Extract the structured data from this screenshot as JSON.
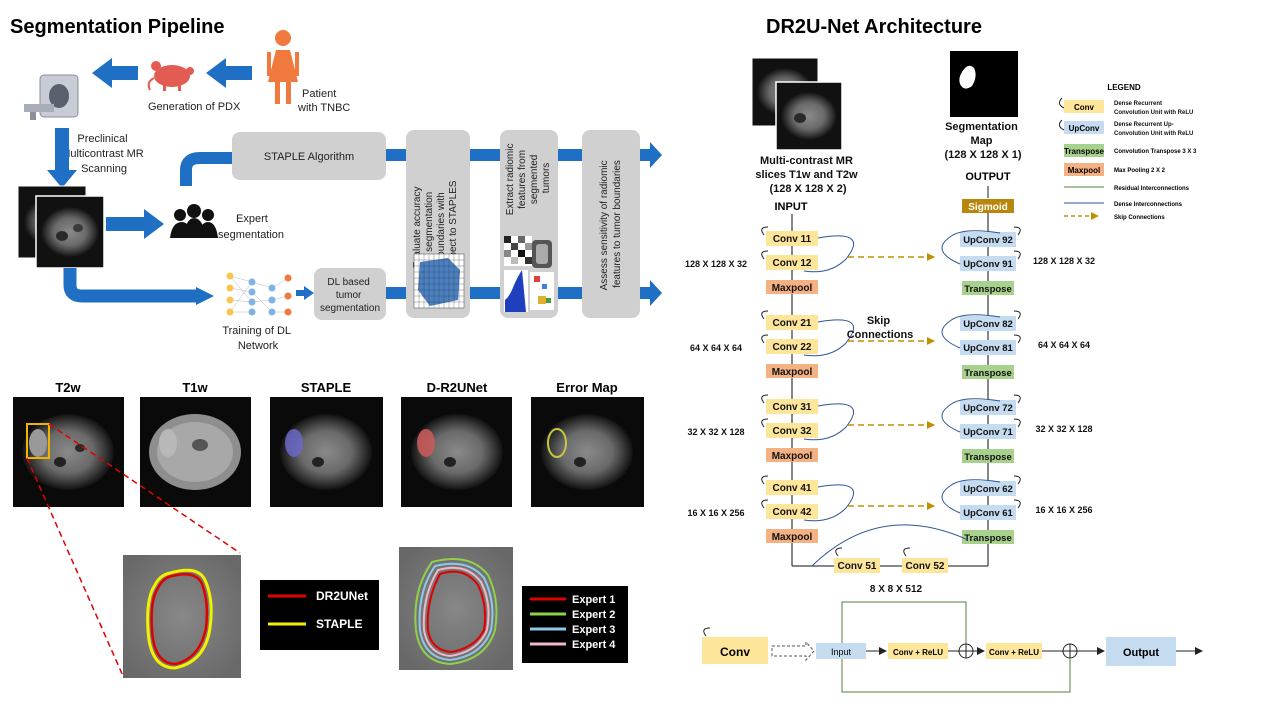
{
  "pipeline": {
    "title": "Segmentation Pipeline",
    "patient": [
      "Patient",
      "with TNBC"
    ],
    "pdx": "Generation of PDX",
    "scanning": [
      "Preclinical",
      "Multicontrast MR",
      "Scanning"
    ],
    "expert": [
      "Expert",
      "segmentation"
    ],
    "training": [
      "Training of DL",
      "Network"
    ],
    "staple_algo": "STAPLE Algorithm",
    "dl_seg": [
      "DL based",
      "tumor",
      "segmentation"
    ],
    "evaluate": [
      "Evaluate  accuracy",
      "of segmentation",
      "boundaries with",
      "respect to STAPLES"
    ],
    "extract": [
      "Extract radiomic",
      "features from",
      "segmented",
      "tumors"
    ],
    "assess": [
      "Assess sensitivity of radiomic",
      "features to tumor boundaries"
    ]
  },
  "images": {
    "labels": [
      "T2w",
      "T1w",
      "STAPLE",
      "D-R2UNet",
      "Error Map"
    ],
    "legend1": [
      {
        "label": "DR2UNet",
        "color": "#e00000"
      },
      {
        "label": "STAPLE",
        "color": "#f2f200"
      }
    ],
    "legend2": [
      {
        "label": "Expert 1",
        "color": "#e00000"
      },
      {
        "label": "Expert 2",
        "color": "#8ed24a"
      },
      {
        "label": "Expert 3",
        "color": "#8ec8e8"
      },
      {
        "label": "Expert 4",
        "color": "#f0b8c8"
      }
    ]
  },
  "arch": {
    "title": "DR2U-Net Architecture",
    "input_caption": [
      "Multi-contrast MR",
      "slices T1w and T2w",
      "(128 X 128 X 2)"
    ],
    "seg_caption": [
      "Segmentation",
      "Map",
      "(128 X 128 X 1)"
    ],
    "input_label": "INPUT",
    "output_label": "OUTPUT",
    "sigmoid": "Sigmoid",
    "skip_label": [
      "Skip",
      "Connections"
    ],
    "enc": [
      {
        "a": "Conv 11",
        "b": "Conv 12",
        "pool": "Maxpool",
        "dim": "128 X 128 X 32"
      },
      {
        "a": "Conv 21",
        "b": "Conv 22",
        "pool": "Maxpool",
        "dim": "64 X 64 X 64"
      },
      {
        "a": "Conv 31",
        "b": "Conv 32",
        "pool": "Maxpool",
        "dim": "32 X 32 X 128"
      },
      {
        "a": "Conv 41",
        "b": "Conv 42",
        "pool": "Maxpool",
        "dim": "16 X 16 X 256"
      }
    ],
    "dec": [
      {
        "a": "UpConv 92",
        "b": "UpConv 91",
        "t": "Transpose",
        "dim": "128 X 128 X 32"
      },
      {
        "a": "UpConv 82",
        "b": "UpConv 81",
        "t": "Transpose",
        "dim": "64 X 64 X 64"
      },
      {
        "a": "UpConv 72",
        "b": "UpConv 71",
        "t": "Transpose",
        "dim": "32 X 32 X 128"
      },
      {
        "a": "UpConv 62",
        "b": "UpConv 61",
        "t": "Transpose",
        "dim": "16 X 16 X 256"
      }
    ],
    "bottleneck": {
      "a": "Conv 51",
      "b": "Conv 52",
      "dim": "8 X 8 X 512"
    },
    "legend": {
      "title": "LEGEND",
      "conv": {
        "box": "Conv",
        "text": [
          "Dense Recurrent",
          "Convolution Unit with ReLU"
        ]
      },
      "upconv": {
        "box": "UpConv",
        "text": [
          "Dense Recurrent Up-",
          "Convolution Unit with ReLU"
        ]
      },
      "transpose": {
        "box": "Transpose",
        "text": "Convolution Transpose 3 X 3"
      },
      "maxpool": {
        "box": "Maxpool",
        "text": "Max Pooling 2 X 2"
      },
      "residual": "Residual Interconnections",
      "dense": "Dense Interconnections",
      "skip": "Skip Connections"
    },
    "unit": {
      "conv": "Conv",
      "input": "Input",
      "cr1": "Conv + ReLU",
      "cr2": "Conv + ReLU",
      "output": "Output"
    },
    "colors": {
      "conv": "#fde59a",
      "upconv": "#c5dcf0",
      "transpose": "#a9d18e",
      "maxpool": "#f4b183",
      "sigmoid": "#b8860b",
      "arrow": "#1f6fc5",
      "grey_box": "#d0d0d0",
      "skip": "#bf9000",
      "residual": "#548235",
      "dense": "#2f5597"
    }
  }
}
